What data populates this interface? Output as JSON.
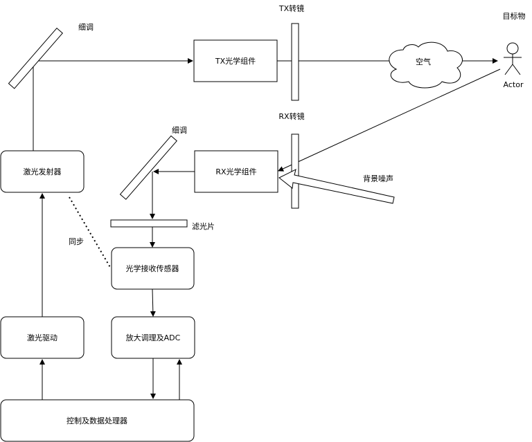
{
  "labels": {
    "fine_top": "细调",
    "fine_bottom": "细调",
    "tx_mirror": "TX转镜",
    "rx_mirror": "RX转镜",
    "target": "目标物",
    "actor": "Actor",
    "air": "空气",
    "background_noise": "背景噪声",
    "filter": "滤光片",
    "sync": "同步"
  },
  "boxes": {
    "tx_optics": "TX光学组件",
    "rx_optics": "RX光学组件",
    "laser_emitter": "激光发射器",
    "optical_sensor": "光学接收传感器",
    "laser_driver": "激光驱动",
    "amp_adc": "放大调理及ADC",
    "controller": "控制及数据处理器"
  }
}
